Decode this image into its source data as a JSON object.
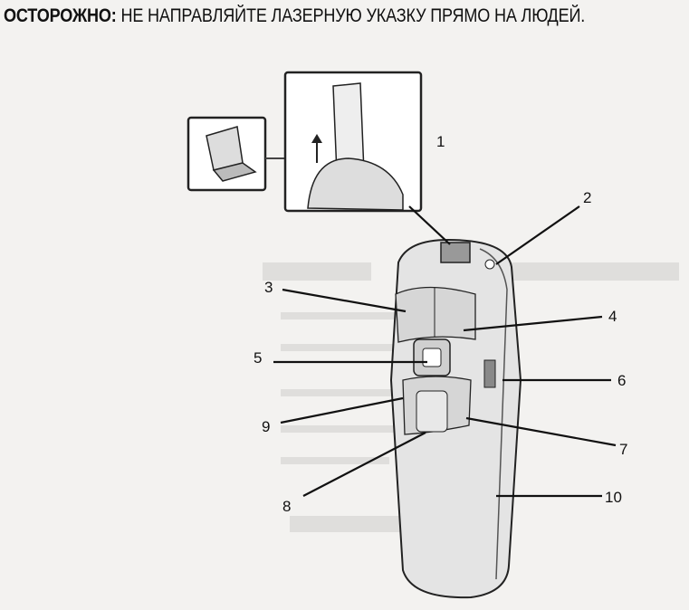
{
  "warning": {
    "label": "ОСТОРОЖНО:",
    "text": " НЕ НАПРАВЛЯЙТЕ ЛАЗЕРНУЮ УКАЗКУ ПРЯМО НА ЛЮДЕЙ."
  },
  "callouts": [
    "1",
    "2",
    "3",
    "4",
    "5",
    "6",
    "7",
    "8",
    "9",
    "10"
  ]
}
